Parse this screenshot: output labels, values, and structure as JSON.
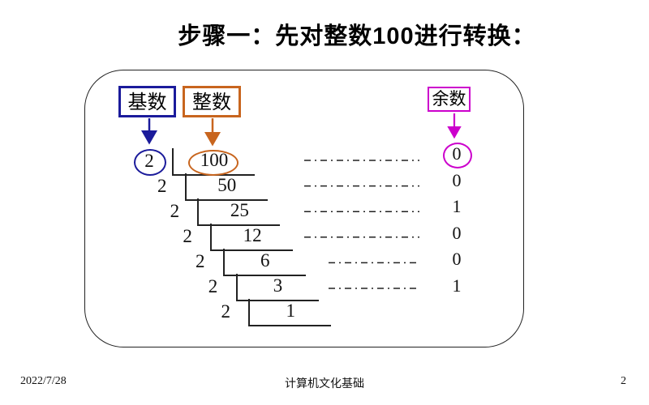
{
  "title": "步骤一：先对整数100进行转换：",
  "labels": {
    "base": {
      "text": "基数",
      "color": "#1b1b9b"
    },
    "integer": {
      "text": "整数",
      "color": "#c8651e"
    },
    "remainder": {
      "text": "余数",
      "color": "#cc00cc"
    }
  },
  "division": {
    "rows": [
      {
        "divisor": "2",
        "quotient": "100"
      },
      {
        "divisor": "2",
        "quotient": "50"
      },
      {
        "divisor": "2",
        "quotient": "25"
      },
      {
        "divisor": "2",
        "quotient": "12"
      },
      {
        "divisor": "2",
        "quotient": "6"
      },
      {
        "divisor": "2",
        "quotient": "3"
      },
      {
        "divisor": "2",
        "quotient": "1"
      }
    ],
    "remainders": [
      "0",
      "0",
      "1",
      "0",
      "0",
      "1"
    ]
  },
  "colors": {
    "line": "#222222",
    "base_blue": "#1b1b9b",
    "integer_orange": "#c8651e",
    "remainder_magenta": "#cc00cc"
  },
  "footer": {
    "date": "2022/7/28",
    "course": "计算机文化基础",
    "page": "2"
  }
}
